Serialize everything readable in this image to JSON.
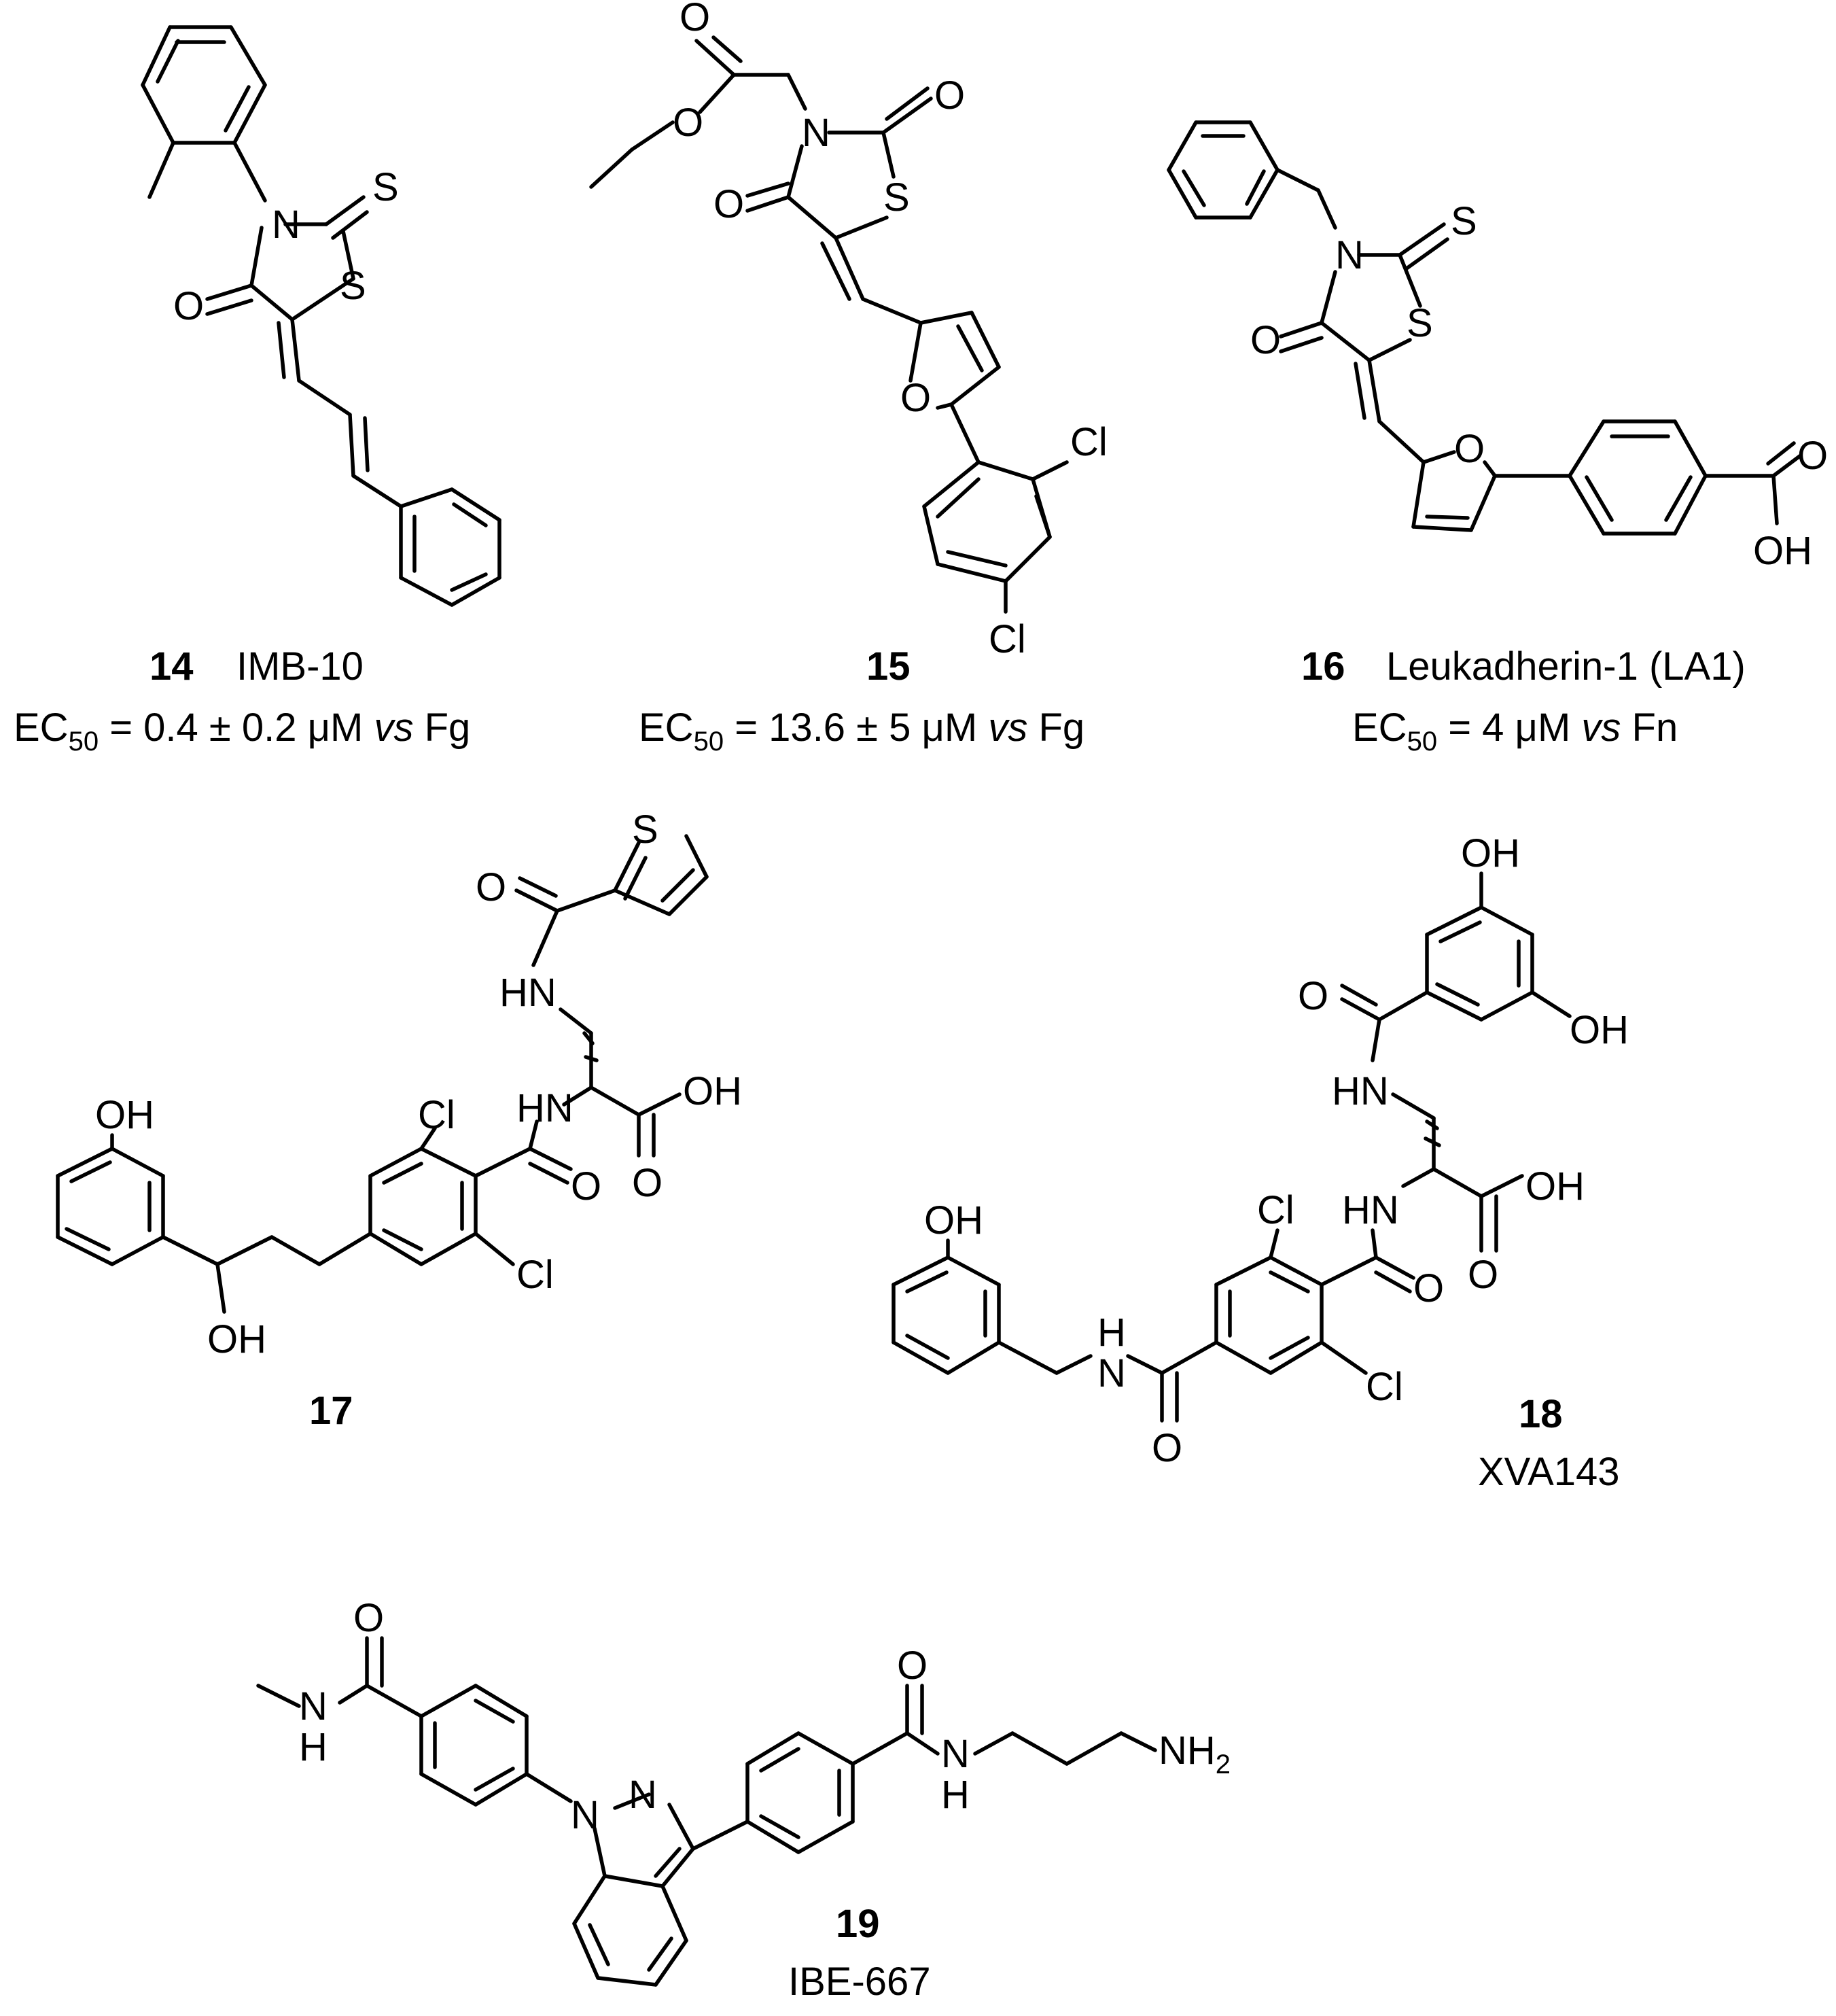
{
  "compounds": [
    {
      "number": "14",
      "name": "IMB-10",
      "activity": {
        "metric": "EC",
        "metric_sub": "50",
        "value": " = 0.4 ± 0.2 μM ",
        "vs": "vs",
        "target": " Fg"
      },
      "atoms": {
        "n": "N",
        "s_ring": "S",
        "s_exo": "S",
        "o_carbonyl": "O"
      }
    },
    {
      "number": "15",
      "name": "",
      "activity": {
        "metric": "EC",
        "metric_sub": "50",
        "value": " = 13.6 ± 5 μM ",
        "vs": "vs",
        "target": " Fg"
      },
      "atoms": {
        "n": "N",
        "s_ring": "S",
        "o_exo": "O",
        "o_carbonyl": "O",
        "o_ester_carbonyl": "O",
        "o_ester": "O",
        "o_furan": "O",
        "cl_1": "Cl",
        "cl_2": "Cl"
      }
    },
    {
      "number": "16",
      "name": "Leukadherin-1 (LA1)",
      "activity": {
        "metric": "EC",
        "metric_sub": "50",
        "value": " = 4 μM ",
        "vs": "vs",
        "target": " Fn"
      },
      "atoms": {
        "n": "N",
        "s_ring": "S",
        "s_exo": "S",
        "o_carbonyl": "O",
        "o_furan": "O",
        "o_acid": "O",
        "oh_acid": "OH"
      }
    },
    {
      "number": "17",
      "name": "",
      "atoms": {
        "oh_phenol": "OH",
        "oh_alcohol": "OH",
        "cl_1": "Cl",
        "cl_2": "Cl",
        "o_amide": "O",
        "hn_1": "HN",
        "hn_2": "HN",
        "oh_acid": "OH",
        "o_acid": "O",
        "o_thio_amide": "O",
        "s_thiophene": "S"
      }
    },
    {
      "number": "18",
      "name": "XVA143",
      "atoms": {
        "oh_1": "OH",
        "oh_2": "OH",
        "oh_3": "OH",
        "oh_acid": "OH",
        "o_1": "O",
        "o_2": "O",
        "o_3": "O",
        "o_4": "O",
        "hn_1": "HN",
        "hn_2": "HN",
        "n_benzyl": "N",
        "h_benzyl": "H",
        "cl_1": "Cl",
        "cl_2": "Cl"
      }
    },
    {
      "number": "19",
      "name": "IBE-667",
      "atoms": {
        "o_1": "O",
        "o_2": "O",
        "n_1": "N",
        "h_1": "H",
        "n_2": "N",
        "h_2": "H",
        "n_pyrazole_1": "N",
        "n_pyrazole_2": "N",
        "nh2": "NH",
        "nh2_sub": "2"
      }
    }
  ]
}
